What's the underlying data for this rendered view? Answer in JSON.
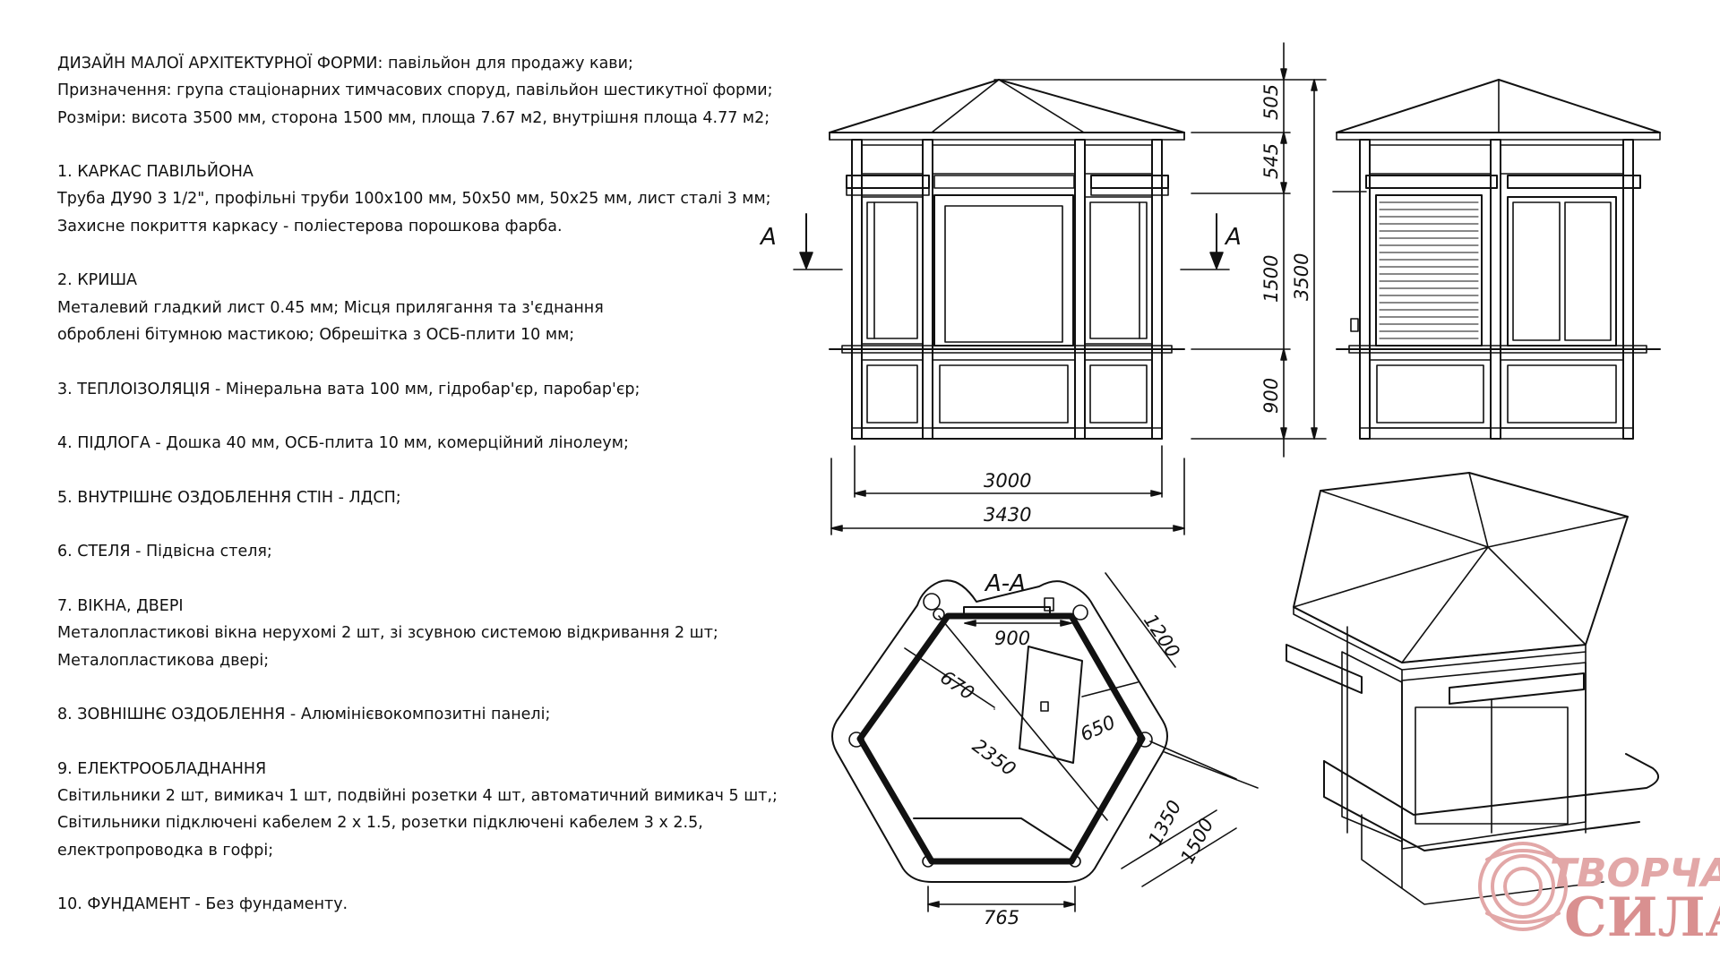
{
  "spec": {
    "lines": [
      "ДИЗАЙН МАЛОЇ АРХІТЕКТУРНОЇ ФОРМИ: павільйон для продажу кави;",
      "Призначення: група стаціонарних тимчасових споруд, павільйон шестикутної форми;",
      "Розміри: висота 3500 мм, сторона 1500 мм, площа 7.67 м2, внутрішня площа 4.77 м2;",
      "",
      "1. КАРКАС ПАВІЛЬЙОНА",
      "Труба ДУ90 3 1/2\", профільні труби 100х100 мм, 50х50 мм, 50х25 мм, лист сталі 3 мм;",
      "Захисне покриття каркасу - поліестерова порошкова фарба.",
      "",
      "2. КРИША",
      "Металевий гладкий лист 0.45 мм; Місця прилягання та з'єднання",
      "оброблені бітумною мастикою; Обрешітка з ОСБ-плити 10 мм;",
      "",
      "3. ТЕПЛОІЗОЛЯЦІЯ - Мінеральна вата 100 мм, гідробар'єр, паробар'єр;",
      "",
      "4. ПІДЛОГА  - Дошка 40 мм, ОСБ-плита 10 мм, комерційний лінолеум;",
      "",
      "5. ВНУТРІШНЄ ОЗДОБЛЕННЯ СТІН - ЛДСП;",
      "",
      "6. СТЕЛЯ - Підвісна стеля;",
      "",
      "7. ВІКНА, ДВЕРІ",
      "Металопластикові вікна нерухомі 2 шт, зі зсувною системою відкривання 2 шт;",
      "Металопластикова дверi;",
      "",
      "8. ЗОВНІШНЄ ОЗДОБЛЕННЯ - Алюмінієвокомпозитні панелі;",
      "",
      "9. ЕЛЕКТРООБЛАДНАННЯ",
      "Світильники 2 шт, вимикач 1 шт, подвійні розетки 4 шт, автоматичний вимикач 5 шт,;",
      "Світильники підключені кабелем 2 х 1.5, розетки підключені кабелем 3 х 2.5,",
      "електропроводка в гофрі;",
      "",
      "10. ФУНДАМЕНТ  - Без фундаменту."
    ]
  },
  "front_view": {
    "dim_width_inner": "3000",
    "dim_width_outer": "3430",
    "dim_roof": "505",
    "dim_frieze": "545",
    "dim_window": "1500",
    "dim_base": "900",
    "dim_total": "3500",
    "section_mark": "A"
  },
  "section_view": {
    "title": "A-A",
    "dim_window": "900",
    "dim_depth": "670",
    "dim_door": "650",
    "dim_diagonal": "2350",
    "dim_side": "1200",
    "dim_inner_side": "1350",
    "dim_outer_side": "1500",
    "dim_bottom": "765"
  },
  "logo": {
    "line1": "ТВОРЧА",
    "line2": "СИЛА",
    "color": "#d98c8c"
  }
}
